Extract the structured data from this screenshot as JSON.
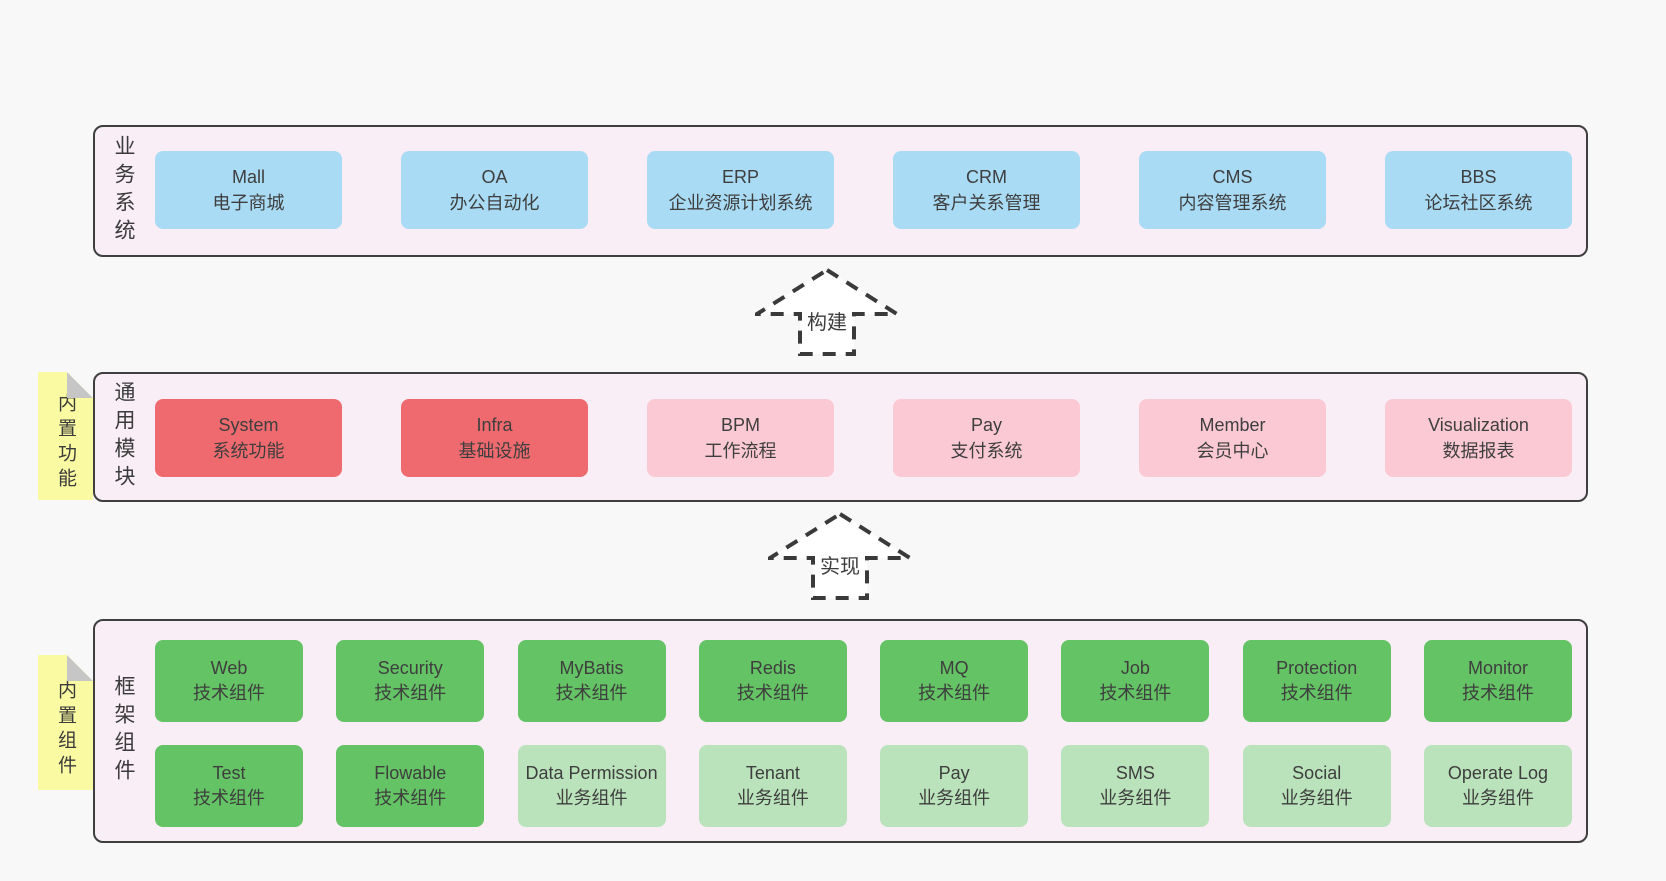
{
  "diagram": {
    "title": "architecture-overview",
    "colors": {
      "background": "#f8f8f8",
      "section_fill": "#f9edf6",
      "section_border": "#3f3f3f",
      "blue": "#a9dbf4",
      "red": "#ef6a6e",
      "pink": "#fbc9d3",
      "green": "#64c364",
      "light_green": "#bae3bb",
      "sticky_yellow": "#fafaa2",
      "fold_gray": "#c6c6c6"
    }
  },
  "arrows": [
    {
      "label": "构建"
    },
    {
      "label": "实现"
    }
  ],
  "sections": [
    {
      "label": "业务系统",
      "boxes": [
        {
          "en": "Mall",
          "zh": "电子商城"
        },
        {
          "en": "OA",
          "zh": "办公自动化"
        },
        {
          "en": "ERP",
          "zh": "企业资源计划系统"
        },
        {
          "en": "CRM",
          "zh": "客户关系管理"
        },
        {
          "en": "CMS",
          "zh": "内容管理系统"
        },
        {
          "en": "BBS",
          "zh": "论坛社区系统"
        }
      ]
    },
    {
      "label": "通用模块",
      "sticky": "内置功能",
      "boxes": [
        {
          "en": "System",
          "zh": "系统功能"
        },
        {
          "en": "Infra",
          "zh": "基础设施"
        },
        {
          "en": "BPM",
          "zh": "工作流程"
        },
        {
          "en": "Pay",
          "zh": "支付系统"
        },
        {
          "en": "Member",
          "zh": "会员中心"
        },
        {
          "en": "Visualization",
          "zh": "数据报表"
        }
      ]
    },
    {
      "label": "框架组件",
      "sticky": "内置组件",
      "rows": [
        [
          {
            "en": "Web",
            "zh": "技术组件"
          },
          {
            "en": "Security",
            "zh": "技术组件"
          },
          {
            "en": "MyBatis",
            "zh": "技术组件"
          },
          {
            "en": "Redis",
            "zh": "技术组件"
          },
          {
            "en": "MQ",
            "zh": "技术组件"
          },
          {
            "en": "Job",
            "zh": "技术组件"
          },
          {
            "en": "Protection",
            "zh": "技术组件"
          },
          {
            "en": "Monitor",
            "zh": "技术组件"
          }
        ],
        [
          {
            "en": "Test",
            "zh": "技术组件"
          },
          {
            "en": "Flowable",
            "zh": "技术组件"
          },
          {
            "en": "Data Permission",
            "zh": "业务组件"
          },
          {
            "en": "Tenant",
            "zh": "业务组件"
          },
          {
            "en": "Pay",
            "zh": "业务组件"
          },
          {
            "en": "SMS",
            "zh": "业务组件"
          },
          {
            "en": "Social",
            "zh": "业务组件"
          },
          {
            "en": "Operate Log",
            "zh": "业务组件"
          }
        ]
      ]
    }
  ]
}
